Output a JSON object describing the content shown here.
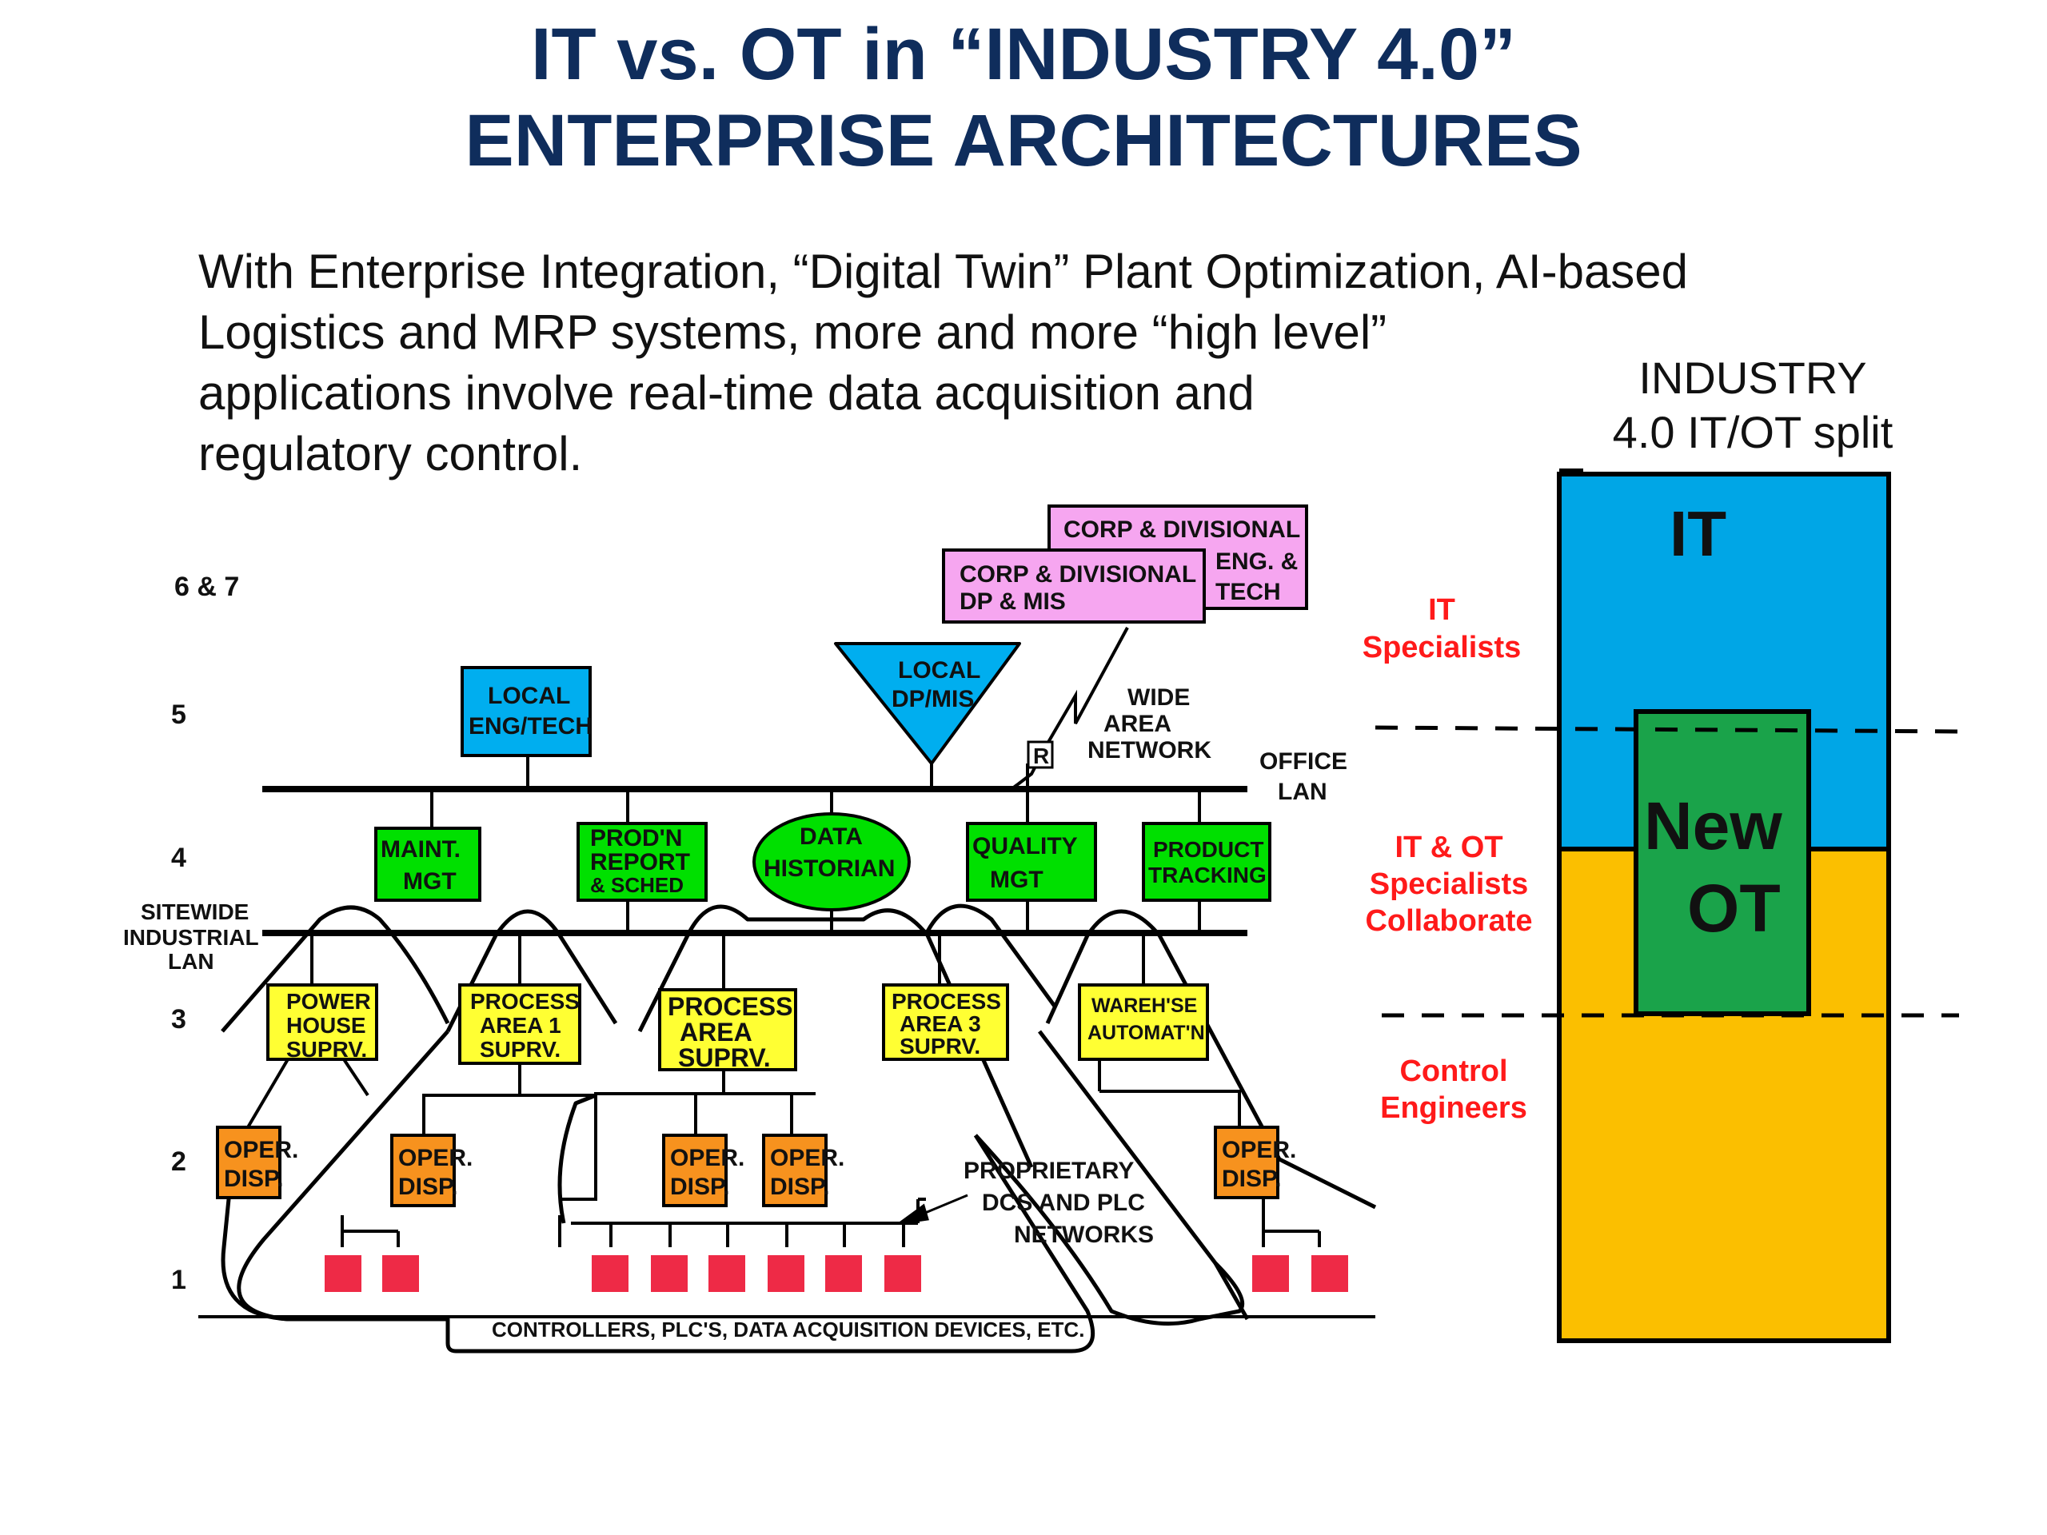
{
  "title": {
    "line1": "IT vs. OT in “INDUSTRY 4.0”",
    "line2": "ENTERPRISE ARCHITECTURES"
  },
  "intro": [
    "With Enterprise Integration, “Digital Twin” Plant Optimization, AI-based",
    "Logistics and MRP systems, more and more “high level”",
    "applications involve real-time data acquisition and",
    "regulatory control."
  ],
  "levels": [
    "6 & 7",
    "5",
    "4",
    "3",
    "2",
    "1"
  ],
  "nodes": {
    "corp_eng": [
      "CORP & DIVISIONAL",
      "ENG. &",
      "TECH"
    ],
    "corp_dp": [
      "CORP & DIVISIONAL",
      "DP & MIS"
    ],
    "local_eng": [
      "LOCAL",
      "ENG/TECH"
    ],
    "local_dp": [
      "LOCAL",
      "DP/MIS"
    ],
    "router": "R",
    "wan": [
      "WIDE",
      "AREA",
      "NETWORK"
    ],
    "office_lan": [
      "OFFICE",
      "LAN"
    ],
    "maint": [
      "MAINT.",
      "MGT"
    ],
    "prodn": [
      "PROD'N",
      "REPORT",
      "& SCHED"
    ],
    "historian": [
      "DATA",
      "HISTORIAN"
    ],
    "quality": [
      "QUALITY",
      "MGT"
    ],
    "tracking": [
      "PRODUCT",
      "TRACKING"
    ],
    "sitewide": [
      "SITEWIDE",
      "INDUSTRIAL",
      "LAN"
    ],
    "powerhouse": [
      "POWER",
      "HOUSE",
      "SUPRV."
    ],
    "area1": [
      "PROCESS",
      "AREA 1",
      "SUPRV."
    ],
    "area2": [
      "PROCESS",
      "AREA",
      "SUPRV."
    ],
    "area3": [
      "PROCESS",
      "AREA 3",
      "SUPRV."
    ],
    "wareh": [
      "WAREH'SE",
      "AUTOMAT'N"
    ],
    "oper": [
      "OPER.",
      "DISP."
    ],
    "proprietary": [
      "PROPRIETARY",
      "DCS AND PLC",
      "NETWORKS"
    ],
    "controllers": "CONTROLLERS, PLC'S, DATA ACQUISITION DEVICES, ETC."
  },
  "split": {
    "heading": [
      "INDUSTRY",
      "4.0 IT/OT split"
    ],
    "it_label": "IT",
    "new_ot_label": [
      "New",
      "OT"
    ],
    "it_specialists": [
      "IT",
      "Specialists"
    ],
    "collab": [
      "IT & OT",
      "Specialists",
      "Collaborate"
    ],
    "control": [
      "Control",
      "Engineers"
    ]
  },
  "colors": {
    "title": "#0f2d5c",
    "it_blue": "#00a6e6",
    "ot_orange": "#fbbf00",
    "new_ot_green": "#1aa34a",
    "node_green": "#00e000",
    "node_yellow": "#ffff33",
    "node_orange": "#f7921e",
    "node_pink": "#f6a6f0",
    "node_cyan": "#00aeef",
    "device_red": "#ee2a46",
    "side_label_red": "#ff1a1a"
  }
}
